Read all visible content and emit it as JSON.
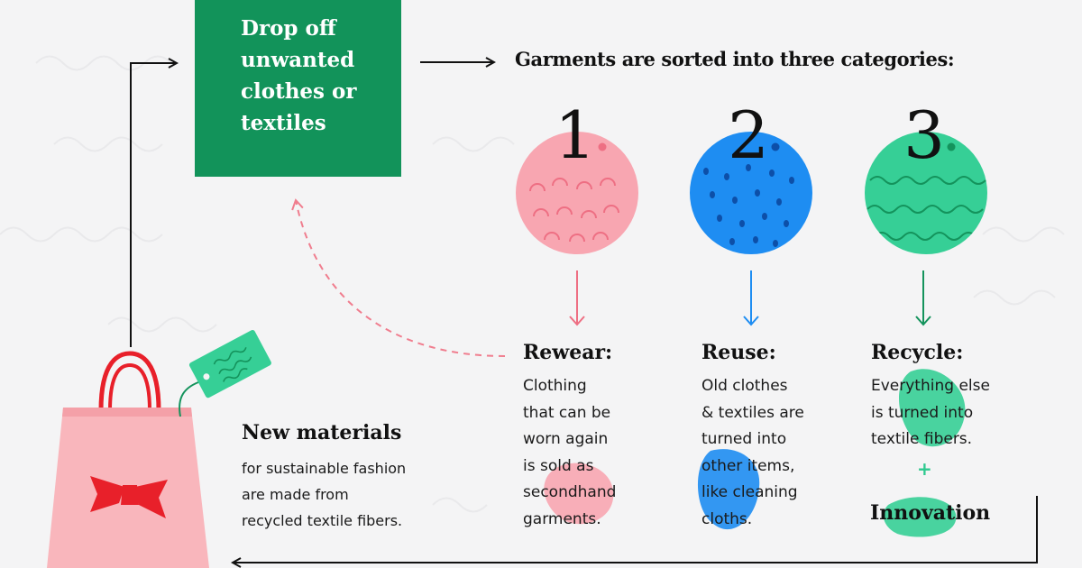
{
  "drop_off": {
    "text": "Drop off unwanted clothes or textiles"
  },
  "headline": "Garments are sorted into three categories:",
  "categories": [
    {
      "number": "1",
      "title": "Rewear:",
      "description": "Clothing\nthat can be\nworn again\nis sold as\nsecondhand\ngarments.",
      "color": "#f8a6b1",
      "pattern_color": "#ee6f83"
    },
    {
      "number": "2",
      "title": "Reuse:",
      "description": "Old clothes\n& textiles are\nturned into\nother items,\nlike cleaning\ncloths.",
      "color": "#1e8df2",
      "pattern_color": "#0d4fa8"
    },
    {
      "number": "3",
      "title": "Recycle:",
      "description": "Everything else\nis turned into\ntextile fibers.",
      "color": "#36cf96",
      "pattern_color": "#14935c"
    }
  ],
  "plus": "+",
  "innovation": "Innovation",
  "new_materials": {
    "title": "New materials",
    "description": "for sustainable fashion\nare made from\nrecycled textile fibers."
  },
  "colors": {
    "green_box": "#12935a",
    "pink": "#f8a6b1",
    "blue": "#1e8df2",
    "mint": "#36cf96",
    "bag": "#f9b6bc",
    "bag_handle": "#e8202a",
    "tag": "#36cf96",
    "arrow": "#111111",
    "dashed_arrow": "#f07d8e"
  },
  "icons": [
    "arrow-right-icon",
    "arrow-down-icon",
    "arrow-left-icon",
    "dashed-return-arrow-icon",
    "shopping-bag-icon",
    "price-tag-icon",
    "bow-icon"
  ]
}
